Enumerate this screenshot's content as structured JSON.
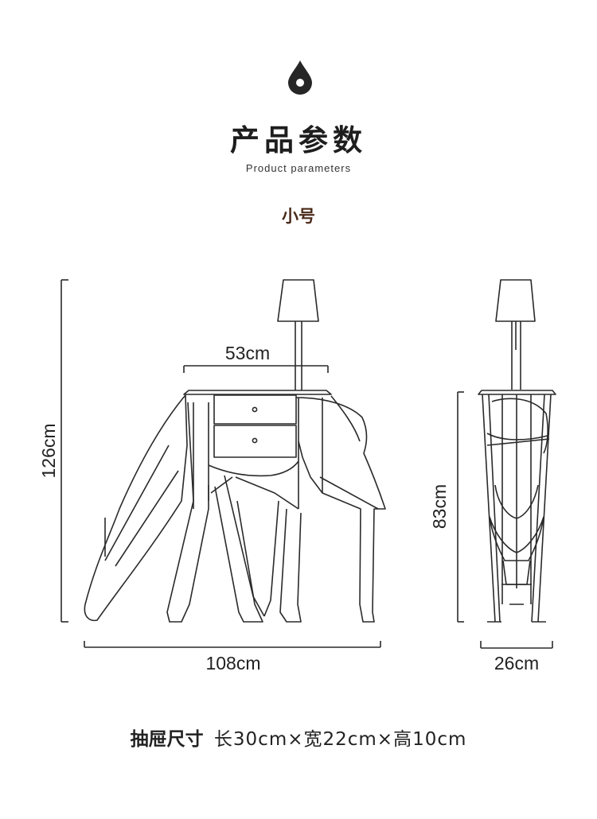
{
  "header": {
    "icon": "water-drop-icon",
    "title": "产品参数",
    "subtitle": "Product parameters",
    "size_label": "小号"
  },
  "dimensions": {
    "height": "126cm",
    "length": "108cm",
    "top_width": "53cm",
    "side_height": "83cm",
    "depth": "26cm"
  },
  "drawer_spec": {
    "label": "抽屉尺寸",
    "value": "长30cm×宽22cm×高10cm"
  }
}
